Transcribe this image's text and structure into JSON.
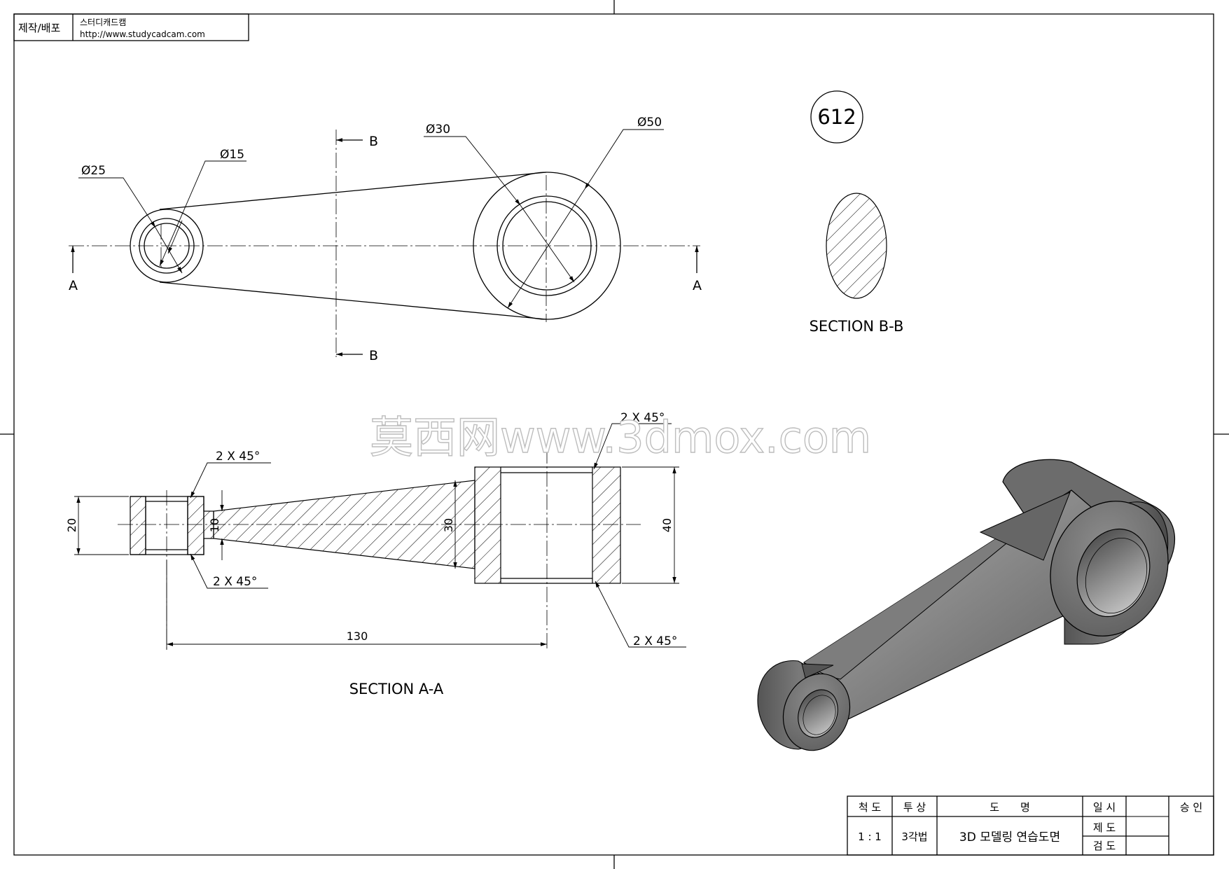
{
  "header": {
    "label": "제작/배포",
    "company": "스터디캐드캠",
    "url": "http://www.studycadcam.com"
  },
  "drawing_number": "612",
  "top_view": {
    "dim_small_outer": "Ø25",
    "dim_small_inner": "Ø15",
    "dim_large_inner": "Ø30",
    "dim_large_outer": "Ø50",
    "section_a": "A",
    "section_b": "B"
  },
  "section_bb_label": "SECTION B-B",
  "section_aa": {
    "label": "SECTION A-A",
    "chamfer_label": "2 X 45°",
    "dim_20": "20",
    "dim_10": "10",
    "dim_30": "30",
    "dim_40": "40",
    "dim_130": "130"
  },
  "watermark": "莫西网www.3dmox.com",
  "title_block": {
    "scale_label": "척 도",
    "projection_label": "투 상",
    "name_label": "도　　명",
    "date_label": "일 시",
    "approve_label": "승 인",
    "scale_value": "1 : 1",
    "projection_value": "3각법",
    "name_value": "3D 모델링 연습도면",
    "drawn_label": "제 도",
    "checked_label": "검 도"
  },
  "colors": {
    "line": "#000000",
    "background": "#ffffff",
    "part_dark": "#5f5f5f",
    "part_light": "#b8b8b8"
  }
}
